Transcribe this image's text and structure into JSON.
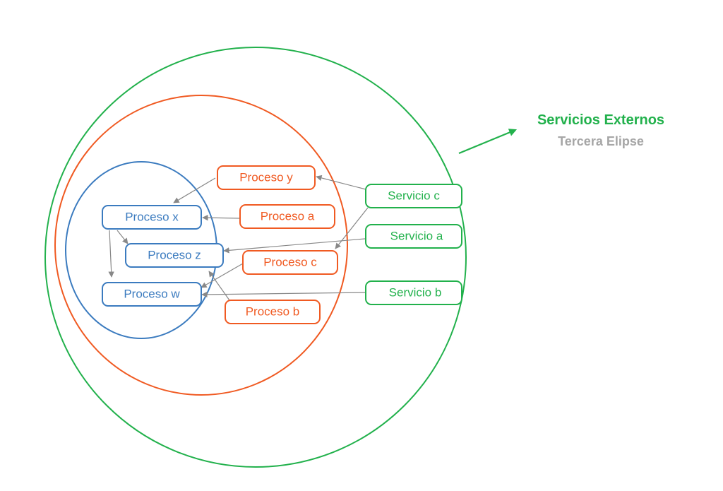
{
  "colors": {
    "outer": "#22b14c",
    "middle": "#f05a22",
    "inner": "#3b7bbf",
    "arrow": "#888888",
    "legend_sub": "#a6a6a6"
  },
  "legend": {
    "title": "Servicios Externos",
    "subtitle": "Tercera Elipse"
  },
  "nodes": {
    "proceso_x": "Proceso x",
    "proceso_z": "Proceso z",
    "proceso_w": "Proceso w",
    "proceso_y": "Proceso y",
    "proceso_a": "Proceso a",
    "proceso_c": "Proceso c",
    "proceso_b": "Proceso b",
    "servicio_c": "Servicio c",
    "servicio_a": "Servicio a",
    "servicio_b": "Servicio b"
  }
}
